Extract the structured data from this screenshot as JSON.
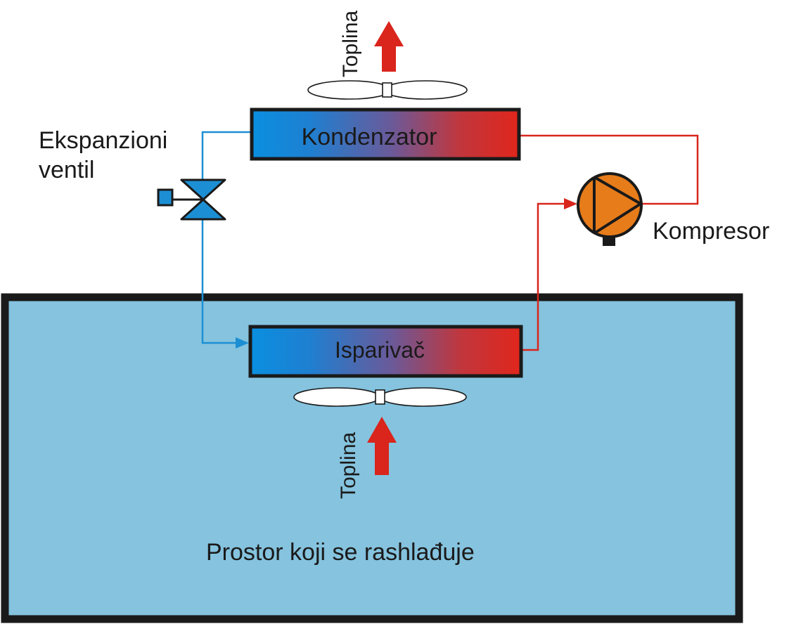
{
  "labels": {
    "condenser": "Kondenzator",
    "evaporator": "Isparivač",
    "expansion_valve_line1": "Ekspanzioni",
    "expansion_valve_line2": "ventil",
    "compressor": "Kompresor",
    "heat_top": "Toplina",
    "heat_bottom": "Toplina",
    "cooled_space": "Prostor koji se rashlađuje"
  },
  "colors": {
    "cold": "#1c8fd4",
    "hot": "#d9251c",
    "room_fill": "#85c3de",
    "compressor_fill": "#e77c1a",
    "outline": "#1a1a1a"
  }
}
